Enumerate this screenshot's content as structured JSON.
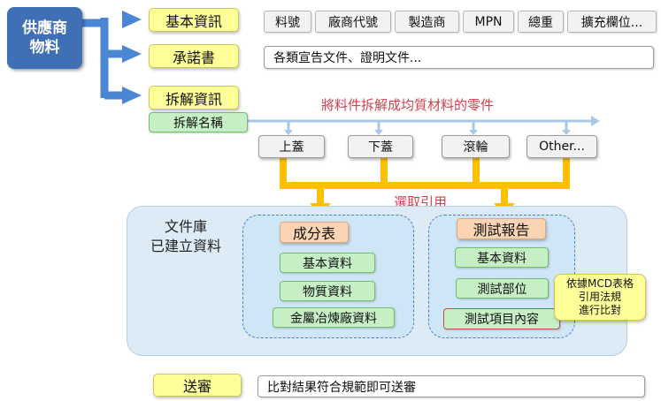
{
  "supplier": {
    "line1": "供應商",
    "line2": "物料"
  },
  "basic_info": {
    "label": "基本資訊",
    "fields": [
      "料號",
      "廠商代號",
      "製造商",
      "MPN",
      "總重",
      "擴充欄位..."
    ]
  },
  "commitment": {
    "label": "承諾書",
    "desc": "各類宣告文件、證明文件..."
  },
  "disassembly": {
    "label": "拆解資訊",
    "name_label": "拆解名稱",
    "arrow_caption": "將料件拆解成均質材料的零件",
    "parts": [
      "上蓋",
      "下蓋",
      "滾輪",
      "Other..."
    ]
  },
  "reference_caption": "選取引用",
  "library": {
    "label_line1": "文件庫",
    "label_line2": "已建立資料",
    "composition": {
      "title": "成分表",
      "items": [
        "基本資料",
        "物質資料",
        "金屬冶煉廠資料"
      ]
    },
    "test_report": {
      "title": "測試報告",
      "items": [
        "基本資料",
        "測試部位",
        "測試項目內容"
      ]
    },
    "note": [
      "依據MCD表格",
      "引用法規",
      "進行比對"
    ]
  },
  "submission": {
    "label": "送審",
    "desc": "比對結果符合規範即可送審"
  },
  "colors": {
    "supplier_bg": "#3f6fb5",
    "branch_arrow": "#4a86d4",
    "highlight_yellow": "#ffff99",
    "merge_arrow": "#ffc000",
    "caption_red": "#d0404e",
    "green_box": "#c6efc6",
    "orange_box": "#fbd4b4",
    "library_bg": "#dcebf5"
  }
}
